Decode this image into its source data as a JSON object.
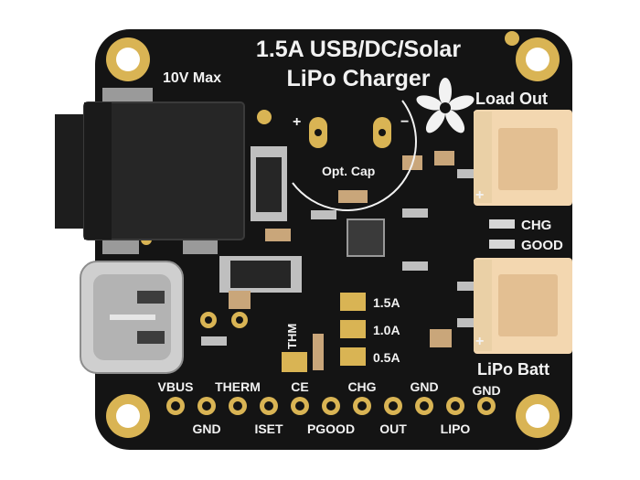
{
  "board": {
    "title_line1": "1.5A USB/DC/Solar",
    "title_line2": "LiPo Charger",
    "voltage_label": "10V Max",
    "load_out_label": "Load Out",
    "lipo_batt_label": "LiPo Batt",
    "opt_cap_label": "Opt. Cap",
    "chg_label": "CHG",
    "good_label": "GOOD",
    "current_labels": [
      "1.5A",
      "1.0A",
      "0.5A"
    ],
    "thm_label": "THM",
    "plus_sign": "+",
    "minus_sign": "−",
    "pins_top": [
      "VBUS",
      "THERM",
      "CE",
      "CHG",
      "GND",
      "GND"
    ],
    "pins_bottom": [
      "GND",
      "ISET",
      "PGOOD",
      "OUT",
      "LIPO"
    ],
    "colors": {
      "pcb": "#141414",
      "silkscreen": "#f2f2f2",
      "gold": "#d9b454",
      "connector": "#f3d7b0"
    }
  }
}
